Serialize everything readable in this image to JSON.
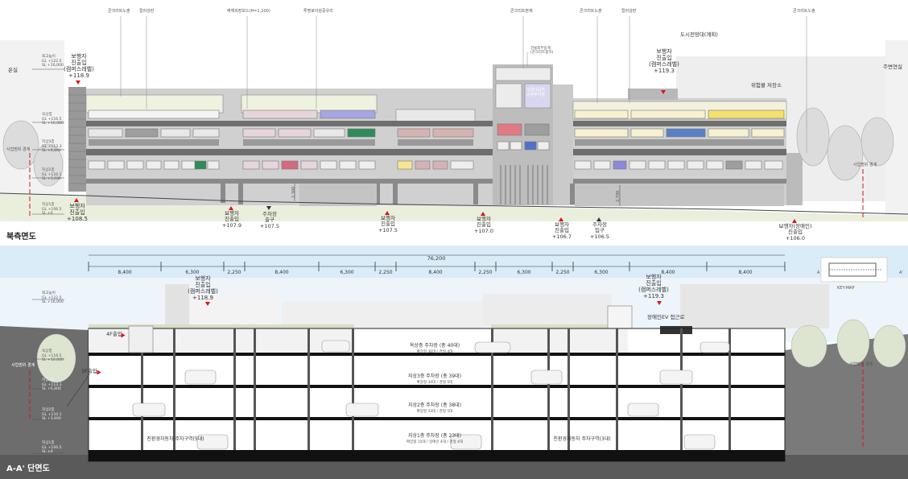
{
  "north": {
    "title": "북측면도",
    "callouts": [
      "콘크리트노출",
      "컬러강판",
      "벽체외장보드(H=1,200)",
      "투명로이삼중유리",
      "콘크리트판재",
      "콘크리트노출",
      "컬러강판",
      "콘크리트노출"
    ],
    "callout_x": [
      150,
      182,
      307,
      393,
      650,
      742,
      782,
      1002
    ],
    "label_city_deck": "도시전망대(계획)",
    "label_hazard": "위험물 저장소",
    "label_left_outer": "온실",
    "label_right_outer": "주변연실",
    "label_tower": "건물외부용계\n(콘크리트합지)",
    "label_tower_sign": "구립대공연\n공영주차장",
    "levels": [
      {
        "name": "최고높이",
        "gl": "GL +122.5",
        "sl": "SL +16,000"
      },
      {
        "name": "옥상층",
        "gl": "GL +116.5",
        "sl": "SL +10,080"
      },
      {
        "name": "지상3층",
        "gl": "GL +113.3",
        "sl": "SL +6,800"
      },
      {
        "name": "지상2층",
        "gl": "GL +110.1",
        "sl": "SL +3,600"
      },
      {
        "name": "지상1층",
        "gl": "GL +106.5",
        "sl": "SL ±0"
      }
    ],
    "left_side_label": "사업범위 경계",
    "right_side_label": "사업범위 경계",
    "ped_top_left": {
      "l1": "보행자",
      "l2": "진출입",
      "l3": "(캠퍼스레벨)",
      "l4": "+118.9"
    },
    "ped_top_right": {
      "l1": "보행자",
      "l2": "진출입",
      "l3": "(캠퍼스레벨)",
      "l4": "+119.3"
    },
    "ped_bottom_left": {
      "l1": "보행자",
      "l2": "진출입",
      "l3": "+108.5"
    },
    "entries": [
      {
        "l1": "보행자",
        "l2": "진출입",
        "l3": "+107.9"
      },
      {
        "l1": "주차장",
        "l2": "출구",
        "l3": "+107.5"
      },
      {
        "l1": "보행자",
        "l2": "진출입",
        "l3": "+107.5"
      },
      {
        "l1": "보행자",
        "l2": "진출입",
        "l3": "+107.0"
      },
      {
        "l1": "보행자",
        "l2": "진출입",
        "l3": "+106.7"
      },
      {
        "l1": "주차장",
        "l2": "입구",
        "l3": "+106.5"
      },
      {
        "l1": "보행자(장애인)",
        "l2": "진출입",
        "l3": "+106.0"
      }
    ],
    "dim_2300": "2,300",
    "dim_2700": "2,700"
  },
  "section": {
    "title": "A-A' 단면도",
    "total": "76,200",
    "spans": [
      "8,400",
      "6,300",
      "2,250",
      "8,400",
      "6,300",
      "2,250",
      "8,400",
      "2,250",
      "6,300",
      "2,250",
      "6,300",
      "8,400",
      "8,400"
    ],
    "levels": [
      {
        "name": "최고높이",
        "gl": "GL +122.5",
        "sl": "SL +16,000"
      },
      {
        "name": "옥상층",
        "gl": "GL +116.5",
        "sl": "SL +10,000"
      },
      {
        "name": "지상3층",
        "gl": "GL +113.3",
        "sl": "SL +6,800"
      },
      {
        "name": "지상2층",
        "gl": "GL +110.1",
        "sl": "SL +3,600"
      },
      {
        "name": "지상1층",
        "gl": "GL +106.5",
        "sl": "SL ±0"
      }
    ],
    "ped_left": {
      "l1": "보행자",
      "l2": "진출입",
      "l3": "(캠퍼스레벨)",
      "l4": "+118.9"
    },
    "ped_right": {
      "l1": "보행자",
      "l2": "진출입",
      "l3": "(캠퍼스레벨)",
      "l4": "+119.3"
    },
    "entry_4f": "4F출입",
    "entry_3f": "3F출입",
    "left_boundary": "사업범위 경계",
    "right_boundary": "사업범위 경계",
    "ev_label": "장애인EV 접근로",
    "keymap": "KEY-MAP",
    "key_a": "A",
    "key_a2": "A'",
    "floors": [
      {
        "name": "옥상층 주차장 (총 40대)",
        "sub": "확장형 36대 / 경형 4대"
      },
      {
        "name": "지상3층 주차장 (총 39대)",
        "sub": "확장형 34대 / 경형 5대"
      },
      {
        "name": "지상2층 주차장 (총 38대)",
        "sub": "확장형 33대 / 경형 5대"
      },
      {
        "name": "지상1층 주차장 (총 23대)",
        "sub": "확장형 15대 / 장애인 4대 / 경형 4대"
      }
    ],
    "eco_left": "친환경자동차 주차구역(5대)",
    "eco_right": "친환경자동차 주차구역(3대)"
  }
}
